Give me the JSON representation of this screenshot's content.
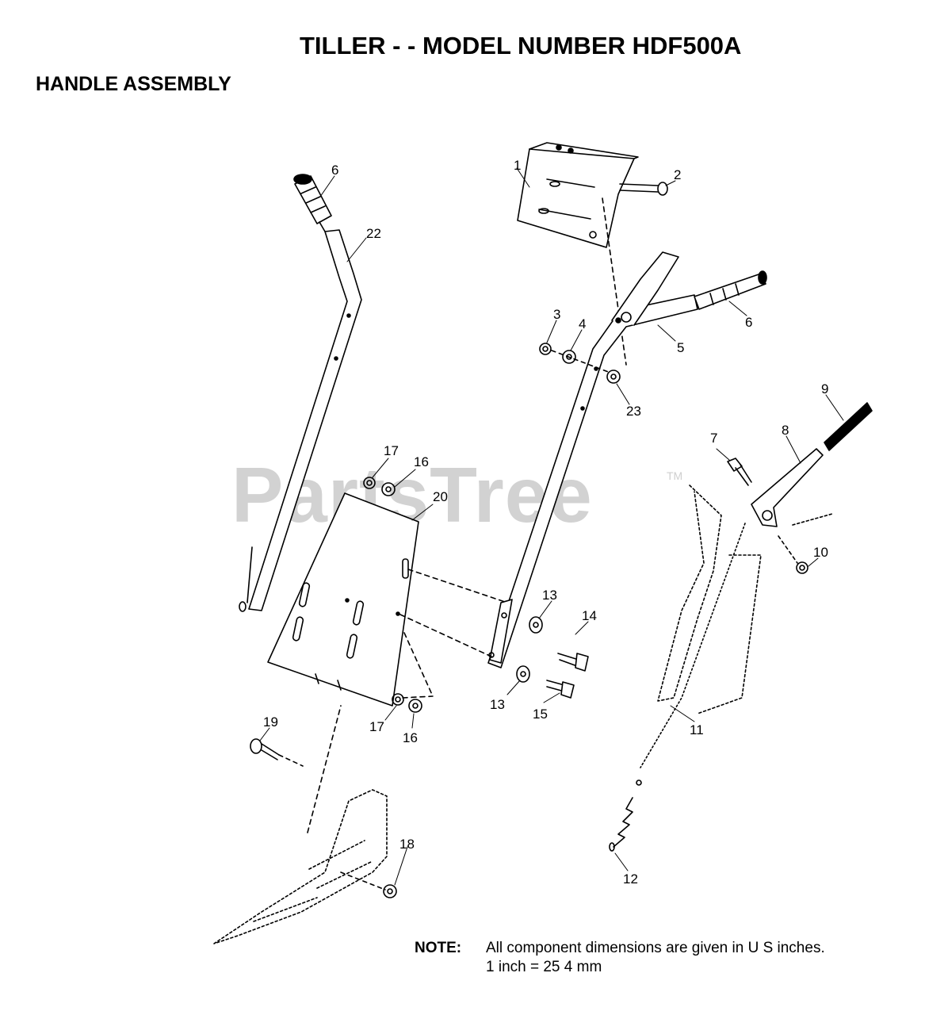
{
  "header": {
    "title": "TILLER - - MODEL NUMBER HDF500A",
    "subtitle": "HANDLE ASSEMBLY"
  },
  "watermark": {
    "text": "PartsTree",
    "tm": "TM"
  },
  "callouts": {
    "c1": "1",
    "c2": "2",
    "c3": "3",
    "c4": "4",
    "c5": "5",
    "c6a": "6",
    "c6b": "6",
    "c7": "7",
    "c8": "8",
    "c9": "9",
    "c10": "10",
    "c11": "11",
    "c12": "12",
    "c13a": "13",
    "c13b": "13",
    "c14": "14",
    "c15": "15",
    "c16a": "16",
    "c16b": "16",
    "c17a": "17",
    "c17b": "17",
    "c18": "18",
    "c19": "19",
    "c20": "20",
    "c22": "22",
    "c23": "23"
  },
  "note": {
    "label": "NOTE:",
    "line1": "All component dimensions are given in U S inches.",
    "line2": "1 inch = 25 4 mm"
  }
}
